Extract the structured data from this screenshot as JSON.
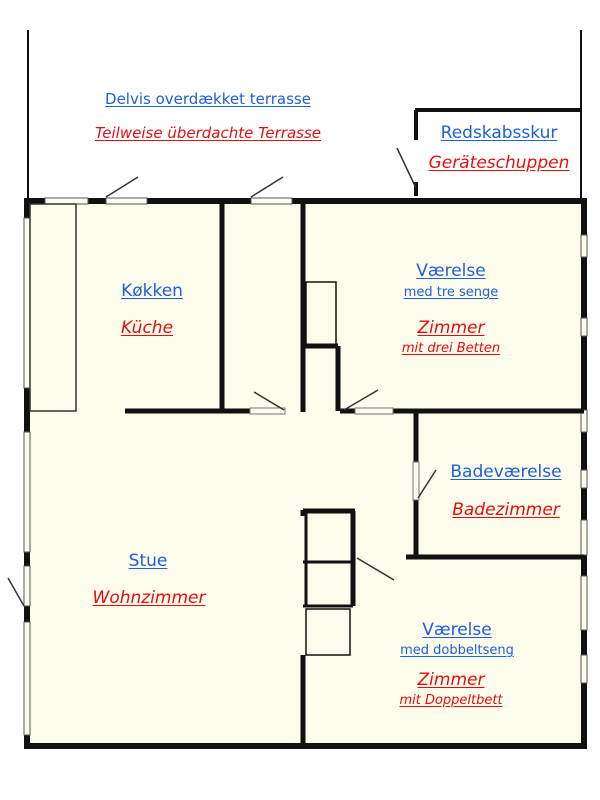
{
  "colors": {
    "wall": "#111111",
    "floor": "#fdfbeb",
    "danish_text": "#1f5fd8",
    "german_text": "#e01010"
  },
  "rooms": {
    "terrace": {
      "da": "Delvis overdækket terrasse",
      "de": "Teilweise überdachte Terrasse"
    },
    "shed": {
      "da": "Redskabsskur",
      "de": "Geräteschuppen"
    },
    "kitchen": {
      "da": "Køkken",
      "de": "Küche"
    },
    "bedroom_three": {
      "da": "Værelse",
      "da_sub": "med tre senge",
      "de": "Zimmer",
      "de_sub": "mit drei Betten"
    },
    "bathroom": {
      "da": "Badeværelse",
      "de": "Badezimmer"
    },
    "living": {
      "da": "Stue",
      "de": "Wohnzimmer"
    },
    "bedroom_double": {
      "da": "Værelse",
      "da_sub": "med dobbeltseng",
      "de": "Zimmer",
      "de_sub": "mit Doppeltbett"
    }
  }
}
